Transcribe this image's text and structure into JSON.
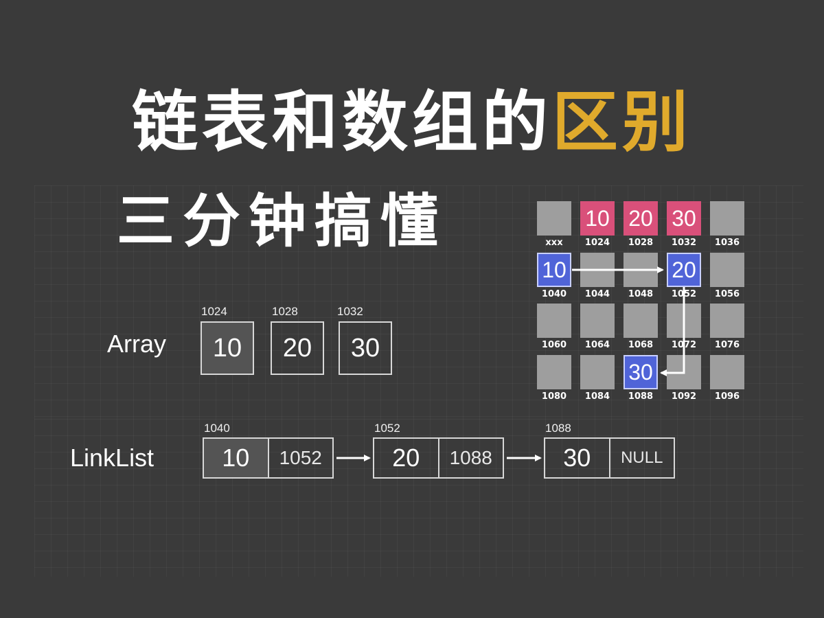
{
  "title": {
    "main": "链表和数组的",
    "highlight": "区别"
  },
  "subtitle": "三分钟搞懂",
  "array": {
    "label": "Array",
    "cells": [
      {
        "addr": "1024",
        "value": "10"
      },
      {
        "addr": "1028",
        "value": "20"
      },
      {
        "addr": "1032",
        "value": "30"
      }
    ]
  },
  "linklist": {
    "label": "LinkList",
    "nodes": [
      {
        "addr": "1040",
        "value": "10",
        "next": "1052"
      },
      {
        "addr": "1052",
        "value": "20",
        "next": "1088"
      },
      {
        "addr": "1088",
        "value": "30",
        "next": "NULL"
      }
    ]
  },
  "memory": {
    "rows": [
      [
        {
          "addr": "xxx",
          "value": "",
          "color": "gray"
        },
        {
          "addr": "1024",
          "value": "10",
          "color": "pink"
        },
        {
          "addr": "1028",
          "value": "20",
          "color": "pink"
        },
        {
          "addr": "1032",
          "value": "30",
          "color": "pink"
        },
        {
          "addr": "1036",
          "value": "",
          "color": "gray"
        }
      ],
      [
        {
          "addr": "1040",
          "value": "10",
          "color": "blue"
        },
        {
          "addr": "1044",
          "value": "",
          "color": "gray"
        },
        {
          "addr": "1048",
          "value": "",
          "color": "gray"
        },
        {
          "addr": "1052",
          "value": "20",
          "color": "blue"
        },
        {
          "addr": "1056",
          "value": "",
          "color": "gray"
        }
      ],
      [
        {
          "addr": "1060",
          "value": "",
          "color": "gray"
        },
        {
          "addr": "1064",
          "value": "",
          "color": "gray"
        },
        {
          "addr": "1068",
          "value": "",
          "color": "gray"
        },
        {
          "addr": "1072",
          "value": "",
          "color": "gray"
        },
        {
          "addr": "1076",
          "value": "",
          "color": "gray"
        }
      ],
      [
        {
          "addr": "1080",
          "value": "",
          "color": "gray"
        },
        {
          "addr": "1084",
          "value": "",
          "color": "gray"
        },
        {
          "addr": "1088",
          "value": "30",
          "color": "blue"
        },
        {
          "addr": "1092",
          "value": "",
          "color": "gray"
        },
        {
          "addr": "1096",
          "value": "",
          "color": "gray"
        }
      ]
    ]
  },
  "colors": {
    "background": "#3a3a3a",
    "highlight": "#e0aa2c",
    "pink": "#d9507a",
    "blue": "#5064d8",
    "gray": "#9e9e9e"
  }
}
